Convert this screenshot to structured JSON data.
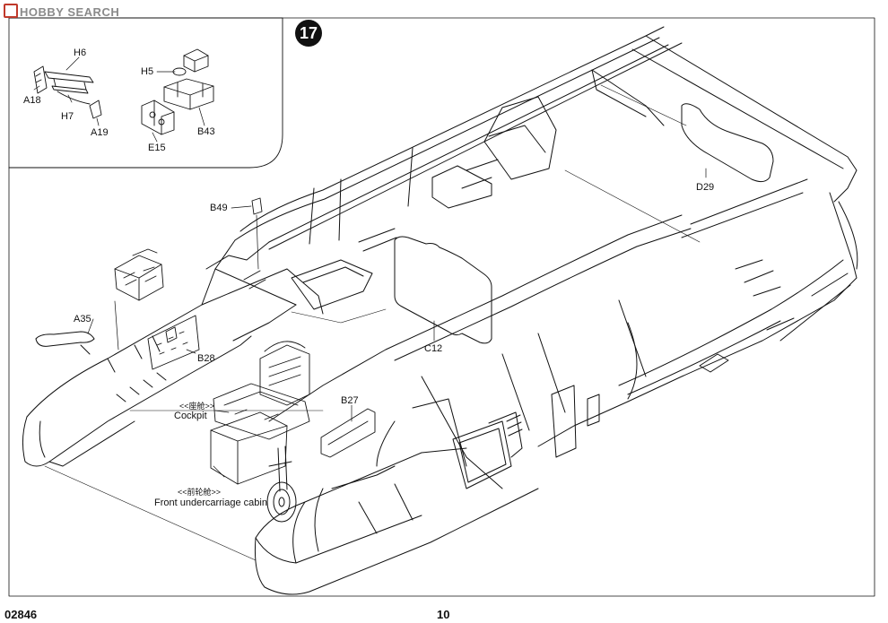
{
  "watermark": "HOBBY SEARCH",
  "step_number": "17",
  "inset_parts": {
    "h6": "H6",
    "a18": "A18",
    "h7": "H7",
    "a19": "A19",
    "h5": "H5",
    "e15": "E15",
    "b43": "B43"
  },
  "parts": {
    "b49": "B49",
    "a35": "A35",
    "b28": "B28",
    "c12": "C12",
    "b27": "B27",
    "d29": "D29"
  },
  "callouts": {
    "cockpit_cn": "<<座舱>>",
    "cockpit": "Cockpit",
    "front_cabin_cn": "<<前轮舱>>",
    "front_cabin": "Front undercarriage cabin"
  },
  "footer": {
    "product_code": "02846",
    "page_number": "10"
  },
  "colors": {
    "ink": "#111111",
    "watermark_gray": "#8a8a8a",
    "watermark_red": "#c0392b"
  }
}
